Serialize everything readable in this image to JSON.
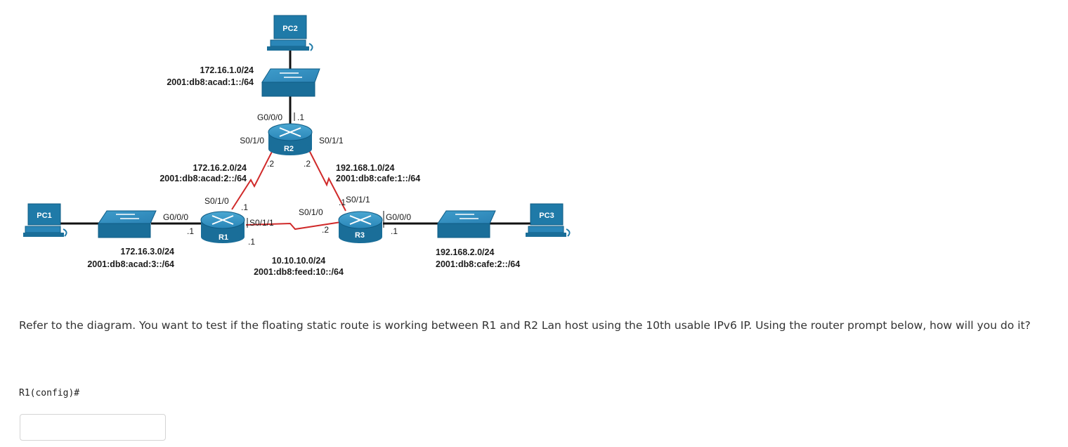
{
  "devices": {
    "pc1": "PC1",
    "pc2": "PC2",
    "pc3": "PC3",
    "r1": "R1",
    "r2": "R2",
    "r3": "R3"
  },
  "networks": {
    "lan_r2_v4": "172.16.1.0/24",
    "lan_r2_v6": "2001:db8:acad:1::/64",
    "r1_r2_v4": "172.16.2.0/24",
    "r1_r2_v6": "2001:db8:acad:2::/64",
    "r2_r3_v4": "192.168.1.0/24",
    "r2_r3_v6": "2001:db8:cafe:1::/64",
    "lan_r1_v4": "172.16.3.0/24",
    "lan_r1_v6": "2001:db8:acad:3::/64",
    "r1_r3_v4": "10.10.10.0/24",
    "r1_r3_v6": "2001:db8:feed:10::/64",
    "lan_r3_v4": "192.168.2.0/24",
    "lan_r3_v6": "2001:db8:cafe:2::/64"
  },
  "interfaces": {
    "r2_g000": "G0/0/0",
    "r2_g000_host": ".1",
    "r2_s010": "S0/1/0",
    "r2_s011": "S0/1/1",
    "r2_s010_host": ".2",
    "r2_s011_host": ".2",
    "r1_s010": "S0/1/0",
    "r1_s010_host": ".1",
    "r1_g000": "G0/0/0",
    "r1_g000_host": ".1",
    "r1_s011": "S0/1/1",
    "r1_s011_host": ".1",
    "r3_s011": "S0/1/1",
    "r3_s011_host": ".1",
    "r3_s010": "S0/1/0",
    "r3_s010_host": ".2",
    "r3_g000": "G0/0/0",
    "r3_g000_host": ".1"
  },
  "question": {
    "text": "Refer to the diagram. You want to test if the floating static route is working between R1 and R2 Lan host using the 10th usable IPv6 IP. Using the router prompt below, how will you do it?",
    "prompt": "R1(config)#",
    "answer_value": ""
  },
  "colors": {
    "device_blue": "#1f7aa8",
    "serial_link": "#d02a2a",
    "ethernet_link": "#111111"
  }
}
